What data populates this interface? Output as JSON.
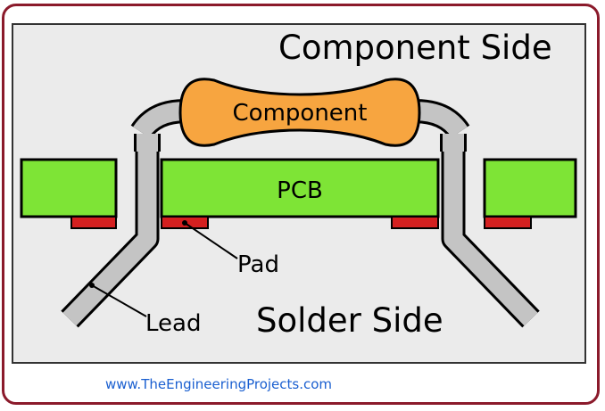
{
  "labels": {
    "component_side": "Component Side",
    "component": "Component",
    "pcb": "PCB",
    "pad": "Pad",
    "lead": "Lead",
    "solder_side": "Solder Side"
  },
  "footer": {
    "url": "www.TheEngineeringProjects.com"
  },
  "colors": {
    "frame": "#8b1a2b",
    "background": "#ebebeb",
    "pcb_green": "#7ee436",
    "pad_red": "#d42020",
    "component_orange": "#f7a540",
    "lead_gray": "#c4c4c4",
    "footer_blue": "#1a5fd0"
  }
}
